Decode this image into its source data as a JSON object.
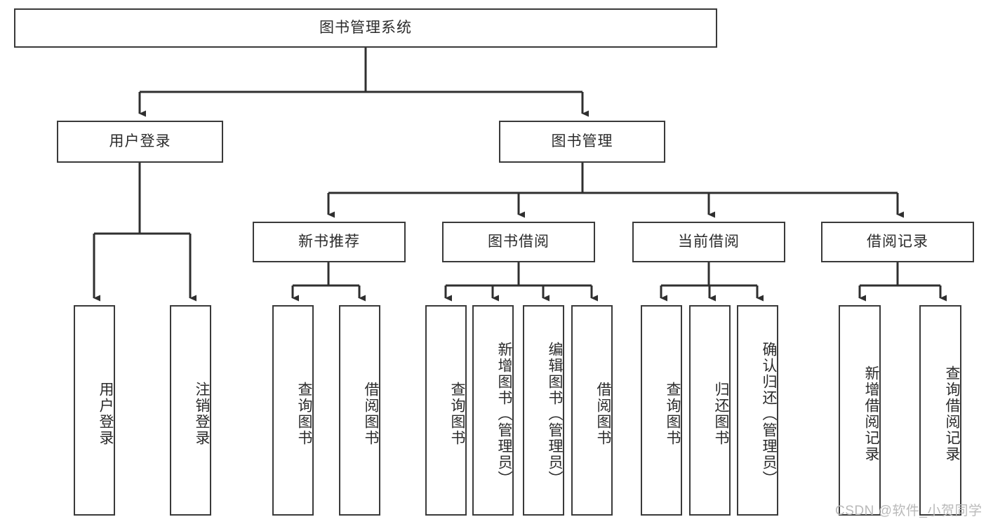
{
  "diagram": {
    "title": "图书管理系统",
    "type": "tree-hierarchy",
    "nodes": {
      "root": {
        "label": "图书管理系统"
      },
      "user_login": {
        "label": "用户登录"
      },
      "book_manage": {
        "label": "图书管理"
      },
      "new_book_rec": {
        "label": "新书推荐"
      },
      "book_borrow": {
        "label": "图书借阅"
      },
      "current_borrow": {
        "label": "当前借阅"
      },
      "borrow_record": {
        "label": "借阅记录"
      },
      "leaf_user_login": {
        "label": "用户登录"
      },
      "leaf_logout": {
        "label": "注销登录"
      },
      "leaf_query_book_1": {
        "label": "查询图书"
      },
      "leaf_borrow_book_1": {
        "label": "借阅图书"
      },
      "leaf_query_book_2": {
        "label": "查询图书"
      },
      "leaf_add_book": {
        "label": "新增图书（管理员）"
      },
      "leaf_edit_book": {
        "label": "编辑图书（管理员）"
      },
      "leaf_borrow_book_2": {
        "label": "借阅图书"
      },
      "leaf_query_book_3": {
        "label": "查询图书"
      },
      "leaf_return_book": {
        "label": "归还图书"
      },
      "leaf_confirm_return": {
        "label": "确认归还（管理员）"
      },
      "leaf_add_record": {
        "label": "新增借阅记录"
      },
      "leaf_query_record": {
        "label": "查询借阅记录"
      }
    }
  },
  "watermark": {
    "text": "CSDN @软件_小贺同学"
  },
  "colors": {
    "border": "#3a3a3a",
    "text": "#2b2b2b",
    "background": "#ffffff",
    "watermark": "#b9b9b9"
  }
}
